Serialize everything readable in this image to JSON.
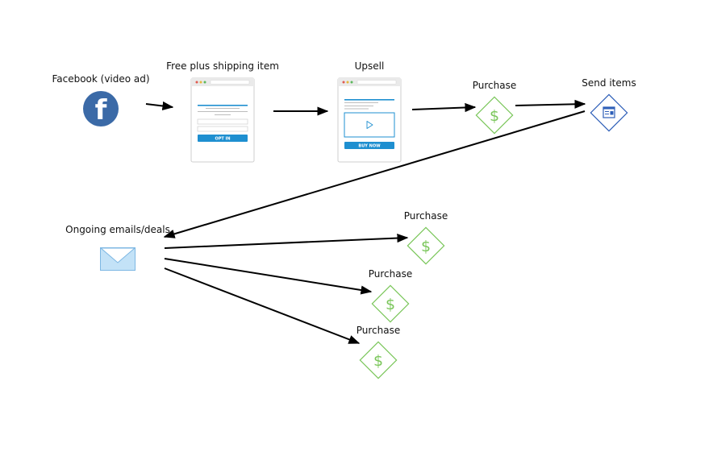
{
  "nodes": {
    "facebook": {
      "label": "Facebook (video ad)",
      "glyph": "f",
      "icon": "facebook-icon"
    },
    "optin_page": {
      "label": "Free plus shipping item",
      "button": "OPT IN",
      "icon": "optin-page-icon"
    },
    "upsell_page": {
      "label": "Upsell",
      "button": "BUY NOW",
      "icon": "sales-page-icon"
    },
    "purchase_top": {
      "label": "Purchase",
      "glyph": "$",
      "icon": "dollar-diamond-icon"
    },
    "send_items": {
      "label": "Send items",
      "icon": "fulfillment-icon"
    },
    "emails": {
      "label": "Ongoing emails/deals",
      "icon": "envelope-icon"
    },
    "purchase_1": {
      "label": "Purchase",
      "glyph": "$",
      "icon": "dollar-diamond-icon"
    },
    "purchase_2": {
      "label": "Purchase",
      "glyph": "$",
      "icon": "dollar-diamond-icon"
    },
    "purchase_3": {
      "label": "Purchase",
      "glyph": "$",
      "icon": "dollar-diamond-icon"
    }
  },
  "colors": {
    "facebook": "#3B6AA7",
    "accent": "#1E8FD0",
    "purchase": "#7AC65A",
    "send_items": "#2E5FB8",
    "envelope_fill": "#C3E2F7",
    "envelope_stroke": "#7DB7E3",
    "arrow": "#000000"
  }
}
